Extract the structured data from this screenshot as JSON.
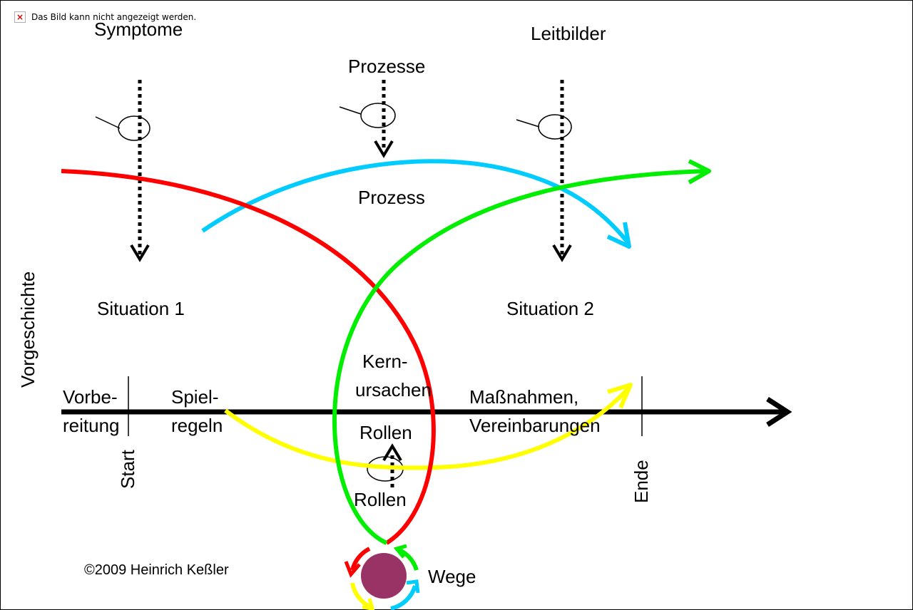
{
  "broken_image": {
    "icon": "broken-image-icon",
    "text": "Das Bild kann nicht angezeigt werden."
  },
  "labels": {
    "symptome": "Symptome",
    "leitbilder": "Leitbilder",
    "prozesse": "Prozesse",
    "prozess": "Prozess",
    "vorgeschichte": "Vorgeschichte",
    "situation1": "Situation 1",
    "situation2": "Situation 2",
    "kern_line1": "Kern-",
    "kern_line2": "ursachen",
    "vorbe_line1": "Vorbe-",
    "vorbe_line2": "reitung",
    "spiel_line1": "Spiel-",
    "spiel_line2": "regeln",
    "massnahmen_line1": "Maßnahmen,",
    "massnahmen_line2": "Vereinbarungen",
    "rollen_top": "Rollen",
    "rollen_bottom": "Rollen",
    "start": "Start",
    "ende": "Ende",
    "copyright": "©2009 Heinrich Keßler",
    "wege": "Wege"
  },
  "colors": {
    "red": "#ff0000",
    "cyan": "#00ccff",
    "green": "#00ee00",
    "yellow": "#ffff00",
    "black": "#000000",
    "hub": "#993366"
  }
}
